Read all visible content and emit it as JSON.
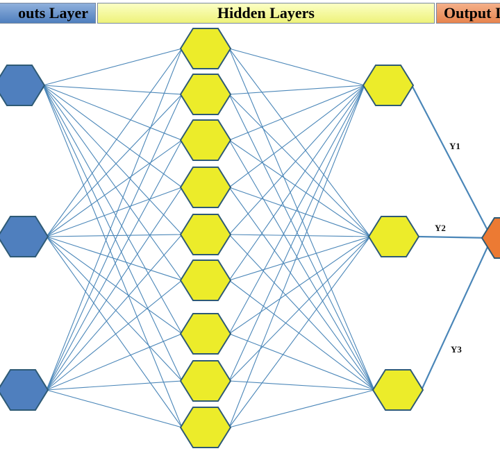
{
  "banners": {
    "input": "outs Layer",
    "hidden": "Hidden Layers",
    "output": "Output I"
  },
  "output_labels": [
    "Y1",
    "Y2",
    "Y3"
  ],
  "colors": {
    "input_node": "#4f7fbe",
    "hidden_node": "#ecec2a",
    "output_node": "#ec7a33",
    "node_stroke": "#2e5a75",
    "edge": "#4a86b8"
  },
  "layers": {
    "input_nodes": 3,
    "hidden1_nodes": 9,
    "hidden2_nodes": 3,
    "output_nodes": 1
  }
}
